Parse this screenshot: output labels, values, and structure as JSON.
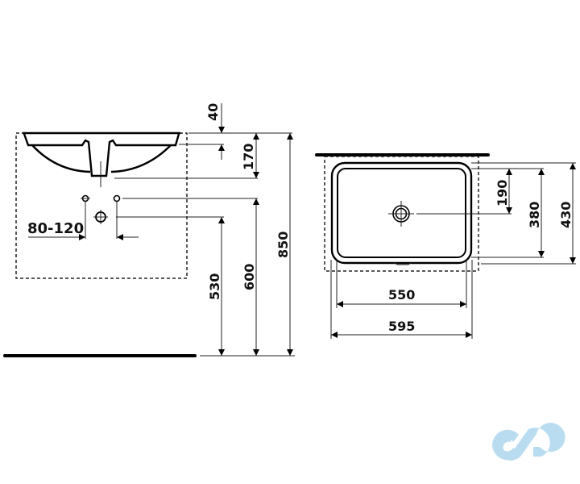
{
  "side_view": {
    "dimensions": {
      "rim_thickness": "40",
      "bowl_depth": "170",
      "tap_spacing": "80-120",
      "drain_height": "530",
      "tap_height": "600",
      "rim_height": "850"
    }
  },
  "top_view": {
    "dimensions": {
      "drain_offset": "190",
      "inner_depth": "380",
      "outer_depth": "430",
      "inner_width": "550",
      "outer_width": "595"
    }
  },
  "logo": {
    "name": "cd-logo",
    "color": "#b9dcf0"
  }
}
